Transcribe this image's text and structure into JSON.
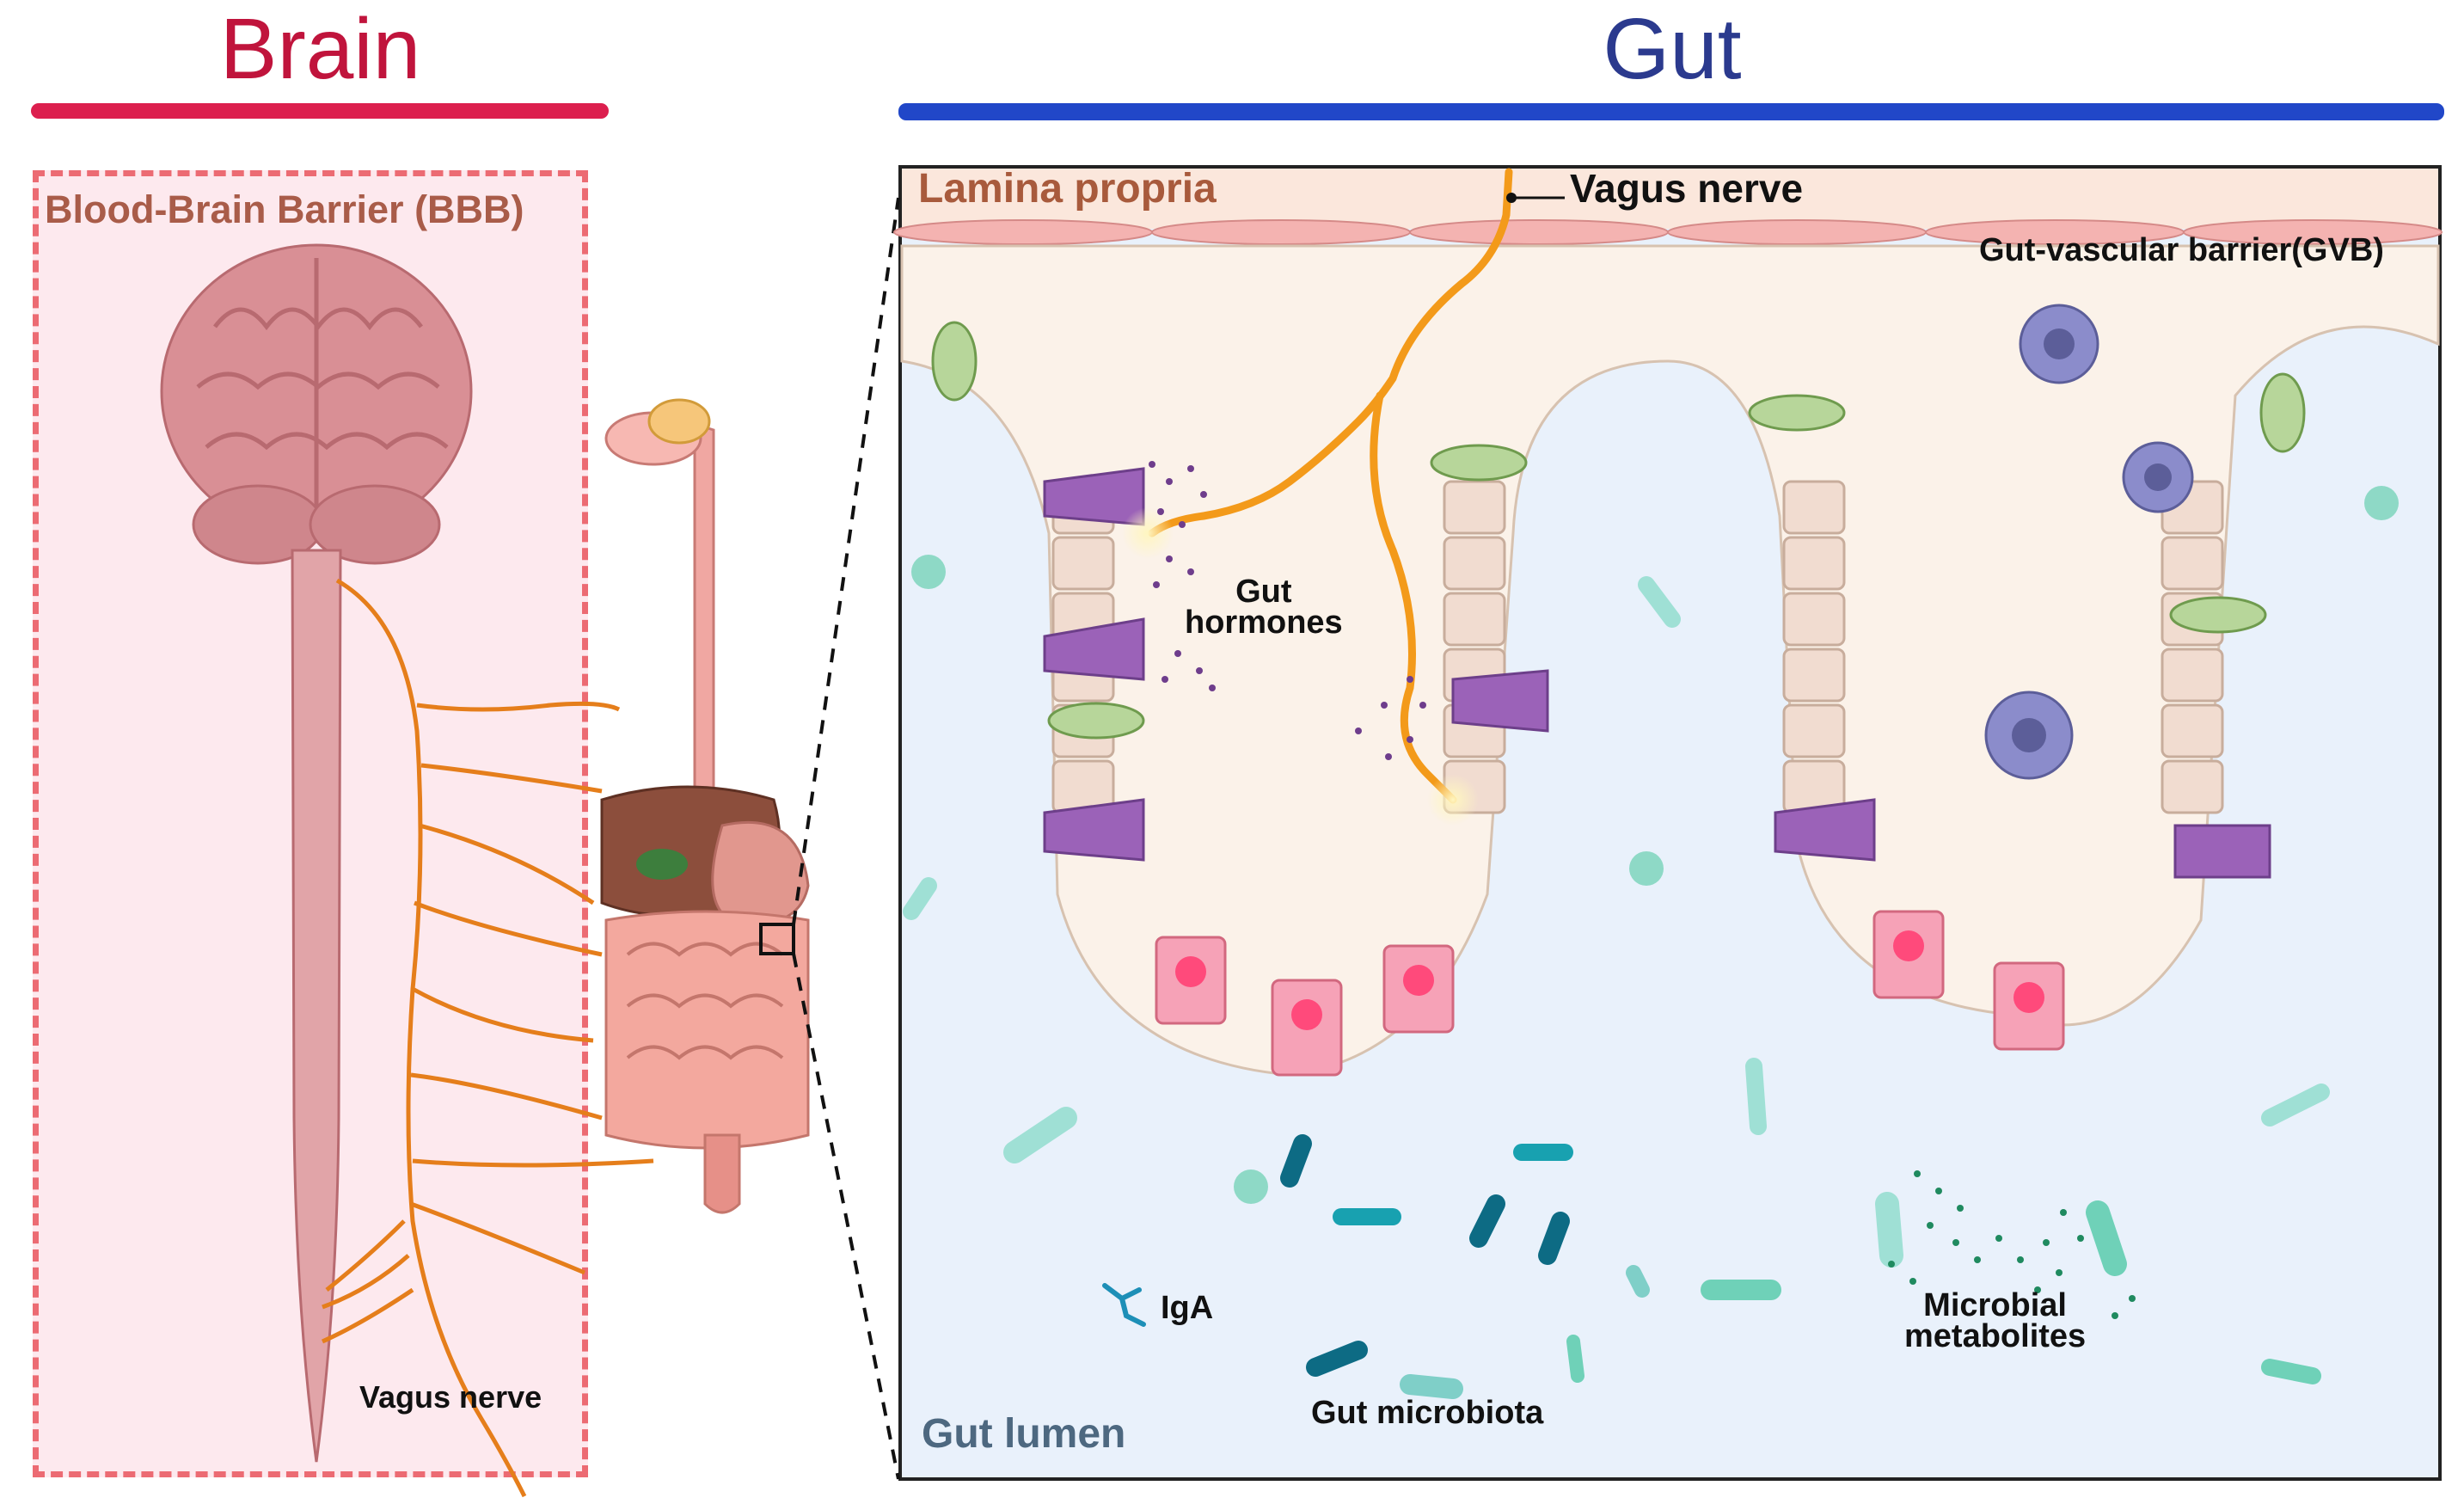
{
  "titles": {
    "brain": "Brain",
    "gut": "Gut"
  },
  "left_panel": {
    "barrier_label": "Blood-Brain Barrier (BBB)",
    "nerve_label": "Vagus nerve"
  },
  "right_panel": {
    "lamina_label": "Lamina propria",
    "nerve_label": "Vagus nerve",
    "gvb_label": "Gut-vascular barrier(GVB)",
    "hormones_line1": "Gut",
    "hormones_line2": "hormones",
    "iga_label": "IgA",
    "microbiota_label": "Gut microbiota",
    "metabolites_line1": "Microbial",
    "metabolites_line2": "metabolites",
    "lumen_label": "Gut lumen"
  },
  "colors": {
    "brain_title": "#c0143c",
    "gut_title": "#2b3a8e",
    "nerve": "#f39a1a",
    "bbb_border": "#ec6b73"
  }
}
